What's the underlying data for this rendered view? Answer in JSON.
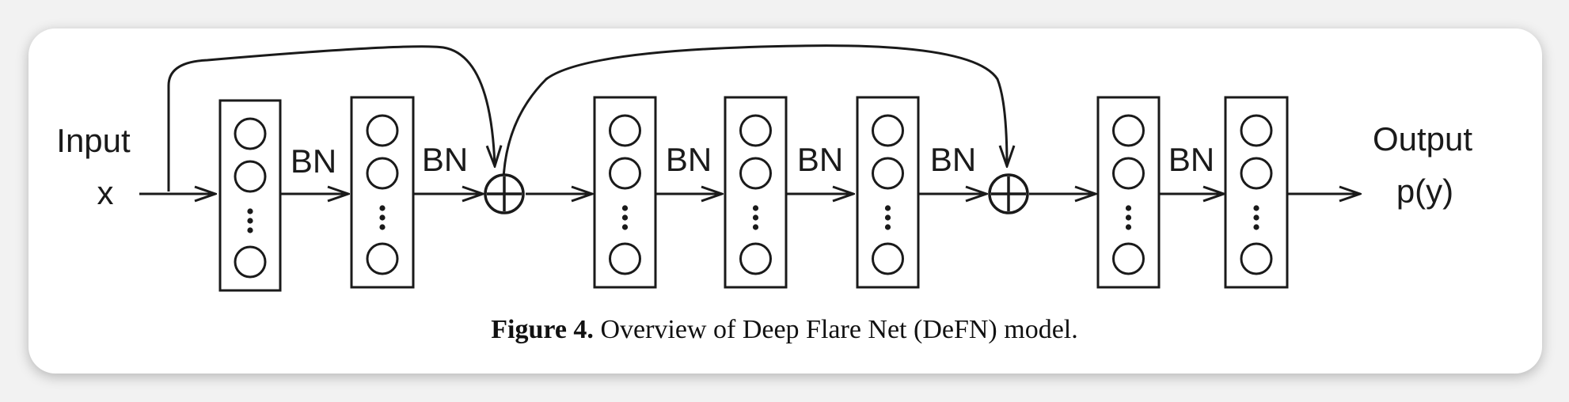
{
  "diagram": {
    "input_label_line1": "Input",
    "input_label_line2": "x",
    "output_label_line1": "Output",
    "output_label_line2": "p(y)",
    "bn_labels": [
      "BN",
      "BN",
      "BN",
      "BN",
      "BN",
      "BN"
    ],
    "layer_count": 7,
    "add_node_count": 2,
    "skip_connection_count": 2
  },
  "caption": {
    "figure_label": "Figure 4.",
    "text": "Overview of Deep Flare Net (DeFN) model."
  }
}
